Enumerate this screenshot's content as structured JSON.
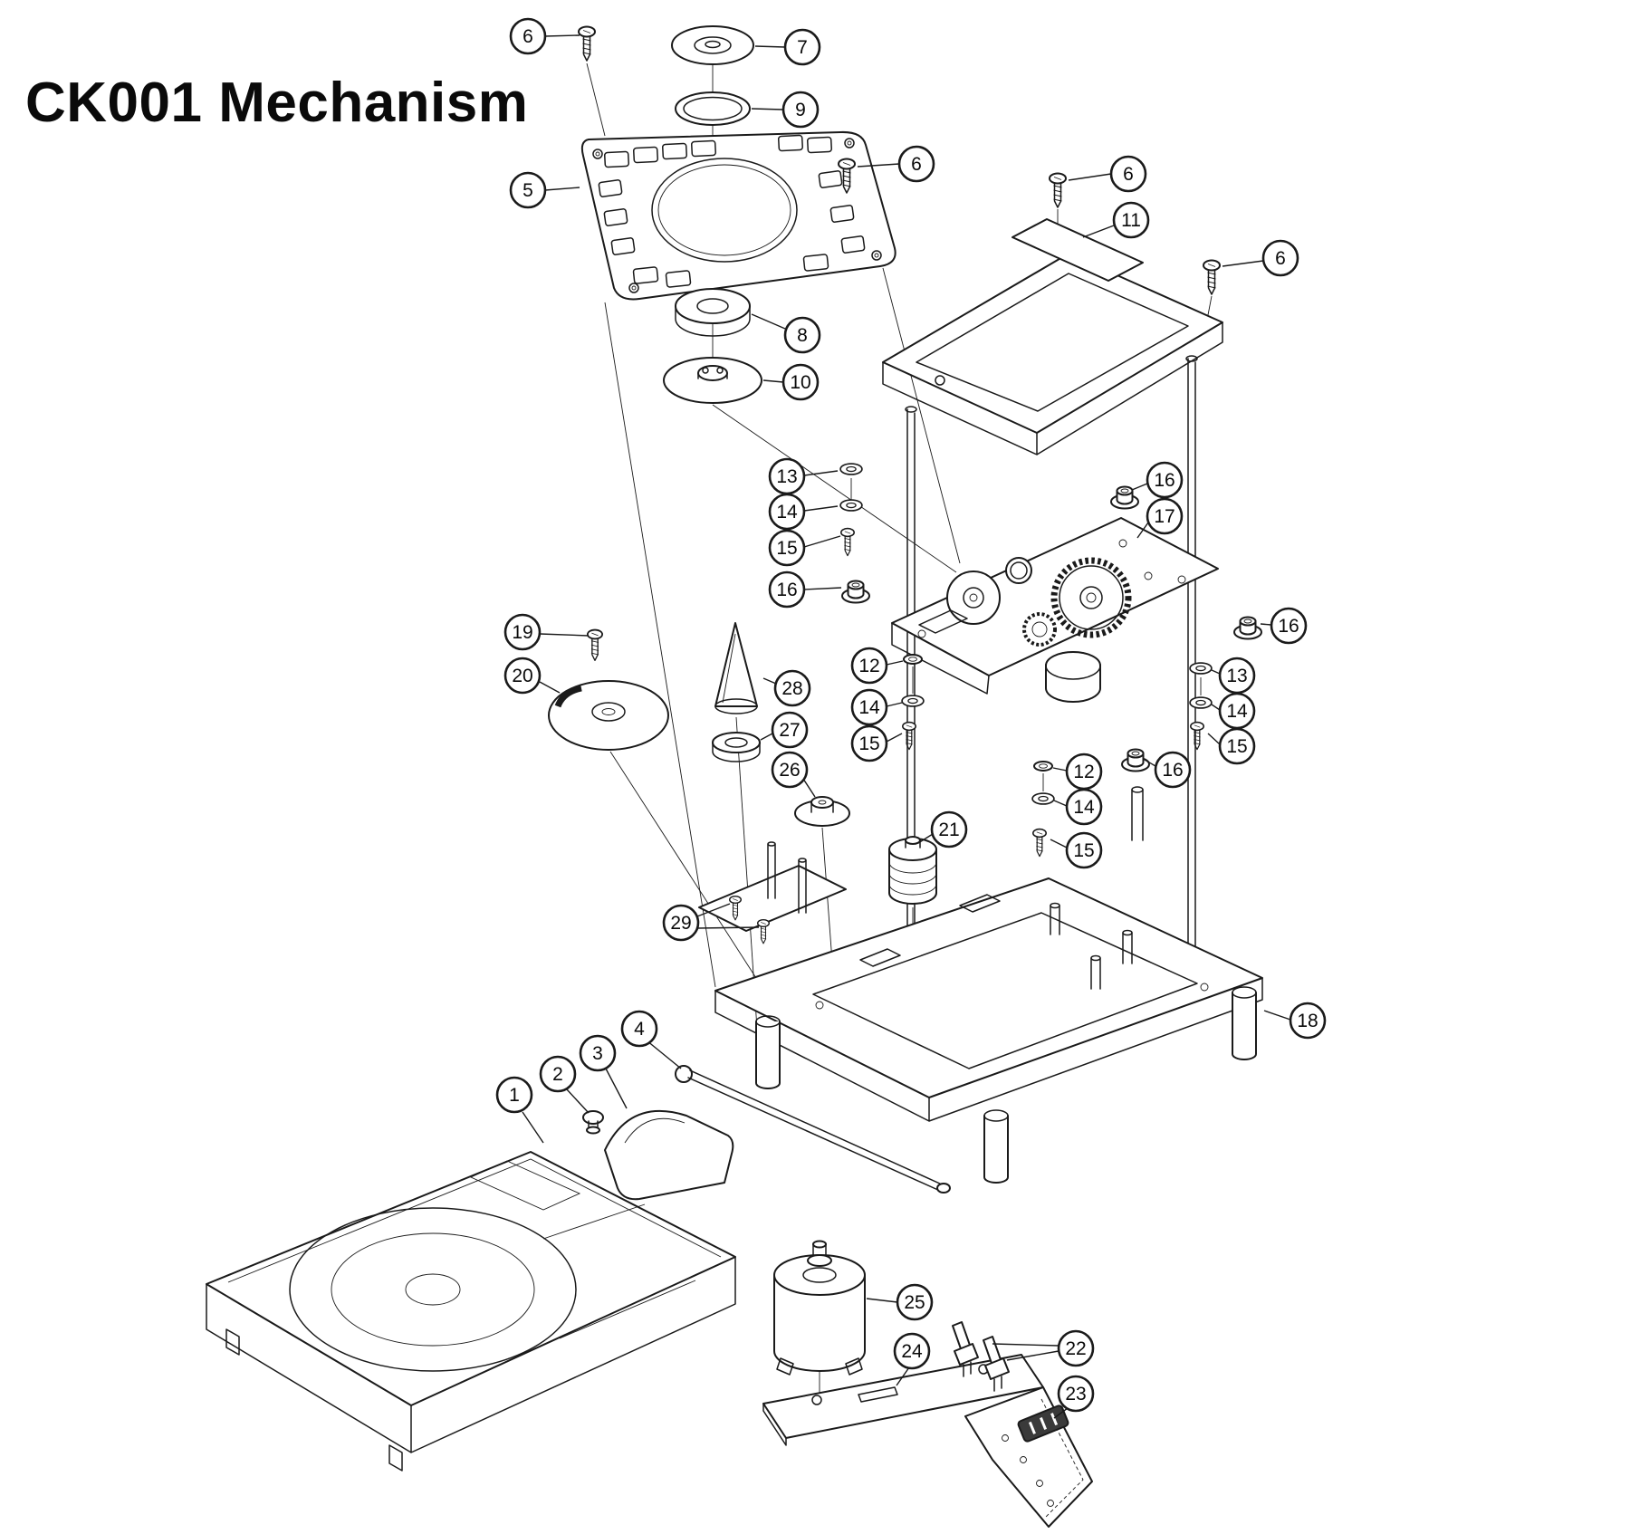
{
  "title": "CK001 Mechanism",
  "colors": {
    "line_color": "#1a1a1a",
    "background": "#ffffff"
  },
  "callouts": [
    "6",
    "7",
    "9",
    "5",
    "6",
    "6",
    "11",
    "6",
    "8",
    "10",
    "13",
    "14",
    "15",
    "16",
    "17",
    "16",
    "16",
    "19",
    "20",
    "28",
    "12",
    "13",
    "14",
    "14",
    "27",
    "15",
    "15",
    "26",
    "12",
    "16",
    "14",
    "21",
    "15",
    "29",
    "18",
    "4",
    "3",
    "2",
    "1",
    "25",
    "24",
    "22",
    "23"
  ]
}
